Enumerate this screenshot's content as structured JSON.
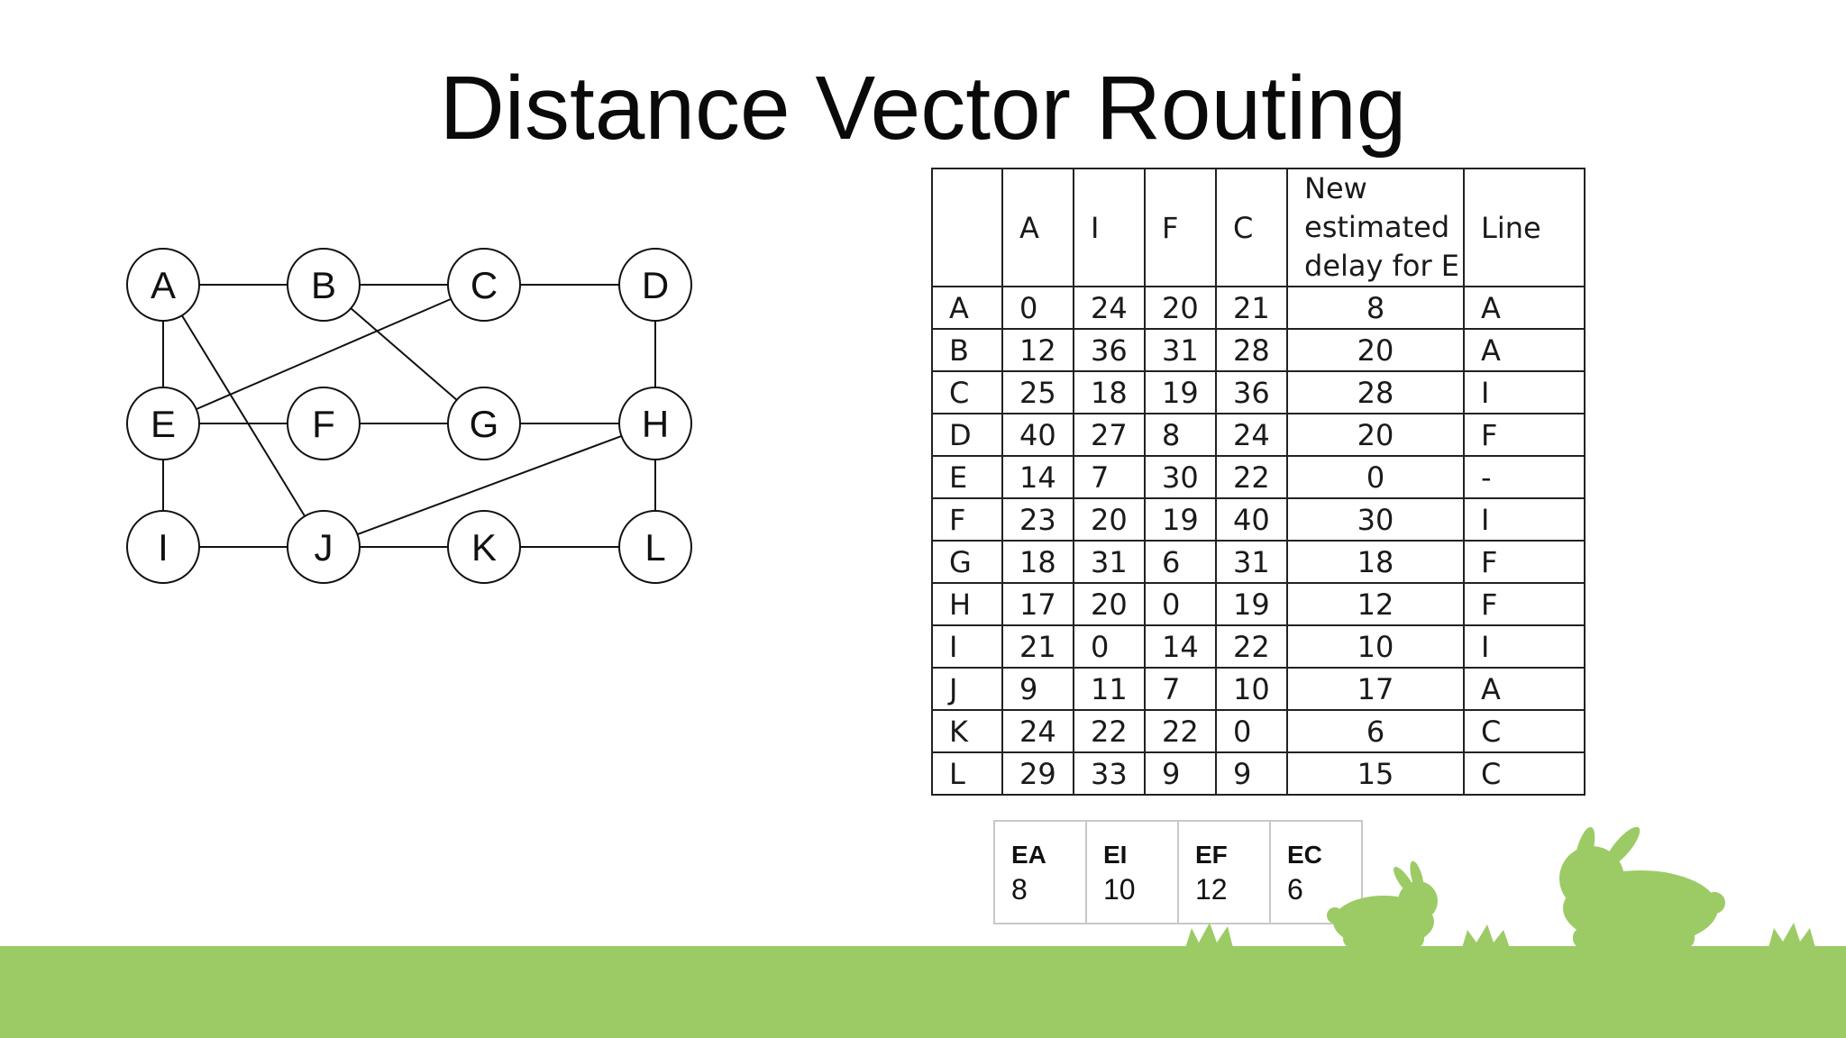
{
  "slide": {
    "title": "Distance Vector Routing"
  },
  "colors": {
    "ground": "#9ccb65",
    "bunny": "#9ccb65"
  },
  "graph": {
    "nodes": [
      {
        "id": "A",
        "label": "A"
      },
      {
        "id": "B",
        "label": "B"
      },
      {
        "id": "C",
        "label": "C"
      },
      {
        "id": "D",
        "label": "D"
      },
      {
        "id": "E",
        "label": "E"
      },
      {
        "id": "F",
        "label": "F"
      },
      {
        "id": "G",
        "label": "G"
      },
      {
        "id": "H",
        "label": "H"
      },
      {
        "id": "I",
        "label": "I"
      },
      {
        "id": "J",
        "label": "J"
      },
      {
        "id": "K",
        "label": "K"
      },
      {
        "id": "L",
        "label": "L"
      }
    ],
    "edges": [
      [
        "A",
        "B"
      ],
      [
        "B",
        "C"
      ],
      [
        "C",
        "D"
      ],
      [
        "A",
        "E"
      ],
      [
        "A",
        "J"
      ],
      [
        "B",
        "G"
      ],
      [
        "C",
        "E"
      ],
      [
        "D",
        "H"
      ],
      [
        "E",
        "F"
      ],
      [
        "F",
        "G"
      ],
      [
        "G",
        "H"
      ],
      [
        "E",
        "I"
      ],
      [
        "H",
        "J"
      ],
      [
        "H",
        "L"
      ],
      [
        "I",
        "J"
      ],
      [
        "J",
        "K"
      ],
      [
        "K",
        "L"
      ]
    ]
  },
  "table": {
    "headers": [
      "",
      "A",
      "I",
      "F",
      "C",
      "New estimated delay for E",
      "Line"
    ],
    "new_header_lines": [
      "New",
      "estimated",
      "delay for E"
    ],
    "rows": [
      [
        "A",
        "0",
        "24",
        "20",
        "21",
        "8",
        "A"
      ],
      [
        "B",
        "12",
        "36",
        "31",
        "28",
        "20",
        "A"
      ],
      [
        "C",
        "25",
        "18",
        "19",
        "36",
        "28",
        "I"
      ],
      [
        "D",
        "40",
        "27",
        "8",
        "24",
        "20",
        "F"
      ],
      [
        "E",
        "14",
        "7",
        "30",
        "22",
        "0",
        "-"
      ],
      [
        "F",
        "23",
        "20",
        "19",
        "40",
        "30",
        "I"
      ],
      [
        "G",
        "18",
        "31",
        "6",
        "31",
        "18",
        "F"
      ],
      [
        "H",
        "17",
        "20",
        "0",
        "19",
        "12",
        "F"
      ],
      [
        "I",
        "21",
        "0",
        "14",
        "22",
        "10",
        "I"
      ],
      [
        "J",
        "9",
        "11",
        "7",
        "10",
        "17",
        "A"
      ],
      [
        "K",
        "24",
        "22",
        "22",
        "0",
        "6",
        "C"
      ],
      [
        "L",
        "29",
        "33",
        "9",
        "9",
        "15",
        "C"
      ]
    ]
  },
  "edge_costs": [
    {
      "label": "EA",
      "value": "8"
    },
    {
      "label": "EI",
      "value": "10"
    },
    {
      "label": "EF",
      "value": "12"
    },
    {
      "label": "EC",
      "value": "6"
    }
  ]
}
